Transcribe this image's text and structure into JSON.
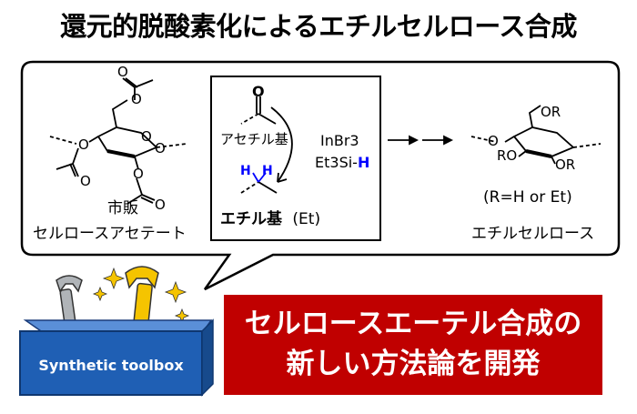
{
  "title": "還元的脱酸素化によるエチルセルロース合成",
  "start_material": {
    "name_line1": "市販",
    "name_line2": "セルロースアセテート"
  },
  "reaction_box": {
    "carbonyl_atom": "O",
    "acetyl_label": "アセチル基",
    "ethyl_h1": "H",
    "ethyl_h2": "H",
    "ethyl_label_bold": "エチル基",
    "ethyl_label_paren": "(Et)"
  },
  "reagents": {
    "line1": "InBr3",
    "line2_prefix": "Et3Si-",
    "line2_h": "H"
  },
  "product": {
    "or_top": "OR",
    "ro_left": "RO",
    "or_right": "OR",
    "o_left": "O",
    "r_definition": "(R=H or Et)",
    "name": "エチルセルロース"
  },
  "toolbox": {
    "label": "Synthetic toolbox"
  },
  "banner": {
    "line1": "セルロースエーテル合成の",
    "line2": "新しい方法論を開発"
  },
  "colors": {
    "accent_red": "#c00000",
    "hydrogen_blue": "#0000ff",
    "toolbox_blue": "#1f5fb4",
    "wrench_gold": "#f5c400"
  }
}
